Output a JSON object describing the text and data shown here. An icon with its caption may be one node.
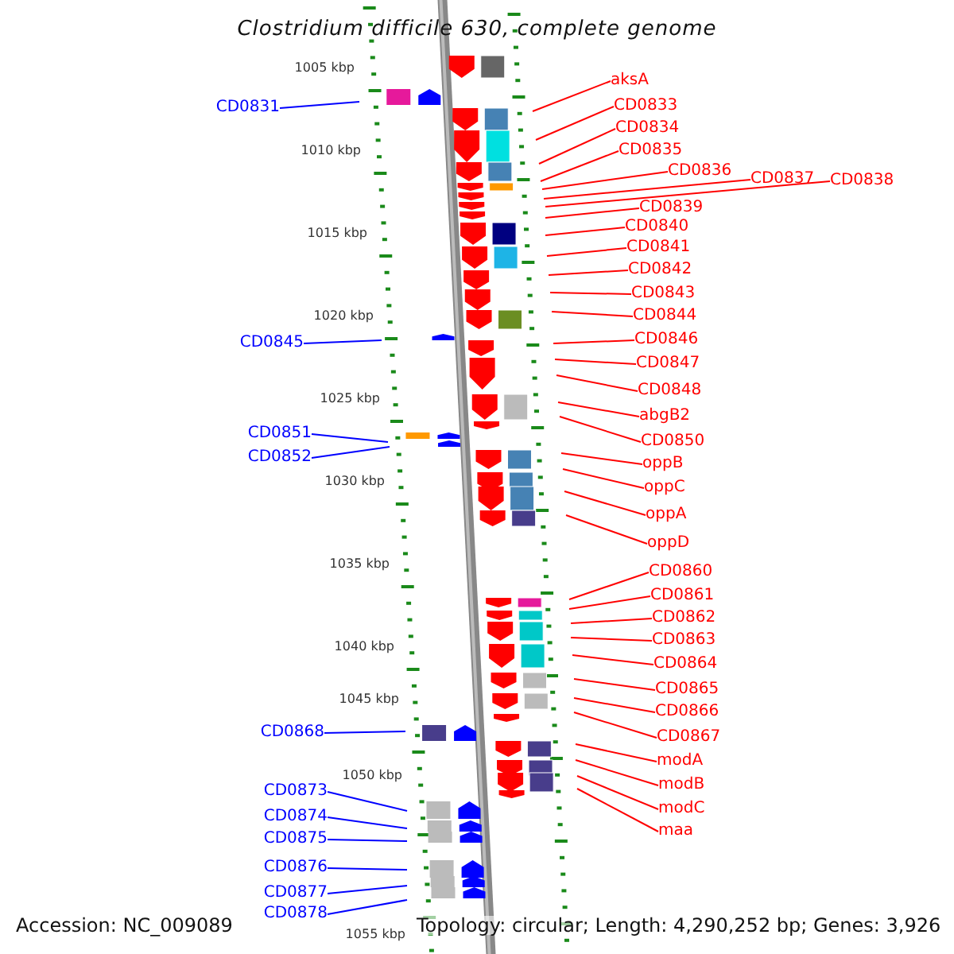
{
  "diagram": {
    "title": "Clostridium difficile 630, complete genome",
    "nodes": [
      {
        "text": [
          "CD0831"
        ]
      },
      {
        "text": [
          "CD0845"
        ]
      },
      {
        "text": [
          "CD0851"
        ]
      },
      {
        "text": [
          "CD0852"
        ]
      },
      {
        "text": [
          "CD0868"
        ]
      },
      {
        "text": [
          "CD0873"
        ]
      },
      {
        "text": [
          "CD0874"
        ]
      },
      {
        "text": [
          "CD0875"
        ]
      },
      {
        "text": [
          "CD0876"
        ]
      },
      {
        "text": [
          "CD0877"
        ]
      },
      {
        "text": [
          "CD0878"
        ]
      },
      {
        "text": [
          "aksA"
        ]
      },
      {
        "text": [
          "CD0833"
        ]
      },
      {
        "text": [
          "CD0834"
        ]
      },
      {
        "text": [
          "CD0835"
        ]
      },
      {
        "text": [
          "CD0836"
        ]
      },
      {
        "text": [
          "CD0837"
        ]
      },
      {
        "text": [
          "CD0838"
        ]
      },
      {
        "text": [
          "CD0839"
        ]
      },
      {
        "text": [
          "CD0840"
        ]
      },
      {
        "text": [
          "CD0841"
        ]
      },
      {
        "text": [
          "CD0842"
        ]
      },
      {
        "text": [
          "CD0843"
        ]
      },
      {
        "text": [
          "CD0844"
        ]
      },
      {
        "text": [
          "CD0846"
        ]
      },
      {
        "text": [
          "CD0847"
        ]
      },
      {
        "text": [
          "CD0848"
        ]
      },
      {
        "text": [
          "abgB2"
        ]
      },
      {
        "text": [
          "CD0850"
        ]
      },
      {
        "text": [
          "oppB"
        ]
      },
      {
        "text": [
          "oppC"
        ]
      },
      {
        "text": [
          "oppA"
        ]
      },
      {
        "text": [
          "oppD"
        ]
      },
      {
        "text": [
          "CD0860"
        ]
      },
      {
        "text": [
          "CD0861"
        ]
      },
      {
        "text": [
          "CD0862"
        ]
      },
      {
        "text": [
          "CD0863"
        ]
      },
      {
        "text": [
          "CD0864"
        ]
      },
      {
        "text": [
          "CD0865"
        ]
      },
      {
        "text": [
          "CD0866"
        ]
      },
      {
        "text": [
          "CD0867"
        ]
      },
      {
        "text": [
          "modA"
        ]
      },
      {
        "text": [
          "modB"
        ]
      },
      {
        "text": [
          "modC"
        ]
      },
      {
        "text": [
          "maa"
        ]
      }
    ],
    "edges": [
      {
        "from": 0,
        "to": null,
        "arrow": "none",
        "color": "#0000ff"
      },
      {
        "from": 1,
        "to": null,
        "arrow": "none",
        "color": "#0000ff"
      },
      {
        "from": 2,
        "to": null,
        "arrow": "none",
        "color": "#0000ff"
      },
      {
        "from": 3,
        "to": null,
        "arrow": "none",
        "color": "#0000ff"
      },
      {
        "from": 4,
        "to": null,
        "arrow": "none",
        "color": "#0000ff"
      },
      {
        "from": 5,
        "to": null,
        "arrow": "none",
        "color": "#0000ff"
      },
      {
        "from": 6,
        "to": null,
        "arrow": "none",
        "color": "#0000ff"
      },
      {
        "from": 7,
        "to": null,
        "arrow": "none",
        "color": "#0000ff"
      },
      {
        "from": 8,
        "to": null,
        "arrow": "none",
        "color": "#0000ff"
      },
      {
        "from": 9,
        "to": null,
        "arrow": "none",
        "color": "#0000ff"
      },
      {
        "from": 10,
        "to": null,
        "arrow": "none",
        "color": "#0000ff"
      },
      {
        "from": 11,
        "to": null,
        "arrow": "none"
      },
      {
        "from": 12,
        "to": null,
        "arrow": "none"
      },
      {
        "from": 13,
        "to": null,
        "arrow": "none"
      },
      {
        "from": 14,
        "to": null,
        "arrow": "none"
      },
      {
        "from": 15,
        "to": null,
        "arrow": "none"
      },
      {
        "from": 16,
        "to": null,
        "arrow": "none"
      },
      {
        "from": 17,
        "to": null,
        "arrow": "none"
      },
      {
        "from": 18,
        "to": null,
        "arrow": "none"
      },
      {
        "from": 19,
        "to": null,
        "arrow": "none"
      },
      {
        "from": 20,
        "to": null,
        "arrow": "none"
      },
      {
        "from": 21,
        "to": null,
        "arrow": "none"
      },
      {
        "from": 22,
        "to": null,
        "arrow": "none"
      },
      {
        "from": 23,
        "to": null,
        "arrow": "none"
      },
      {
        "from": 24,
        "to": null,
        "arrow": "none"
      },
      {
        "from": 25,
        "to": null,
        "arrow": "none"
      },
      {
        "from": 26,
        "to": null,
        "arrow": "none"
      },
      {
        "from": 27,
        "to": null,
        "arrow": "none"
      },
      {
        "from": 28,
        "to": null,
        "arrow": "none"
      },
      {
        "from": 29,
        "to": null,
        "arrow": "none"
      },
      {
        "from": 30,
        "to": null,
        "arrow": "none"
      },
      {
        "from": 31,
        "to": null,
        "arrow": "none"
      },
      {
        "from": 32,
        "to": null,
        "arrow": "none"
      },
      {
        "from": 33,
        "to": null,
        "arrow": "none"
      },
      {
        "from": 34,
        "to": null,
        "arrow": "none"
      },
      {
        "from": 35,
        "to": null,
        "arrow": "none"
      },
      {
        "from": 36,
        "to": null,
        "arrow": "none"
      },
      {
        "from": 37,
        "to": null,
        "arrow": "none"
      },
      {
        "from": 38,
        "to": null,
        "arrow": "none"
      },
      {
        "from": 39,
        "to": null,
        "arrow": "none"
      },
      {
        "from": 40,
        "to": null,
        "arrow": "none"
      },
      {
        "from": 41,
        "to": null,
        "arrow": "none"
      },
      {
        "from": 42,
        "to": null,
        "arrow": "none"
      },
      {
        "from": 43,
        "to": null,
        "arrow": "none"
      },
      {
        "from": 44,
        "to": null,
        "arrow": "none"
      }
    ],
    "labels": [
      "1005 kbp",
      "1010 kbp",
      "1015 kbp",
      "1020 kbp",
      "1025 kbp",
      "1030 kbp",
      "1035 kbp",
      "1040 kbp",
      "1045 kbp",
      "1050 kbp",
      "1055 kbp",
      "Accession: NC_009089",
      "Topology: circular; Length: 4,290,252 bp; Genes: 3,926"
    ]
  }
}
